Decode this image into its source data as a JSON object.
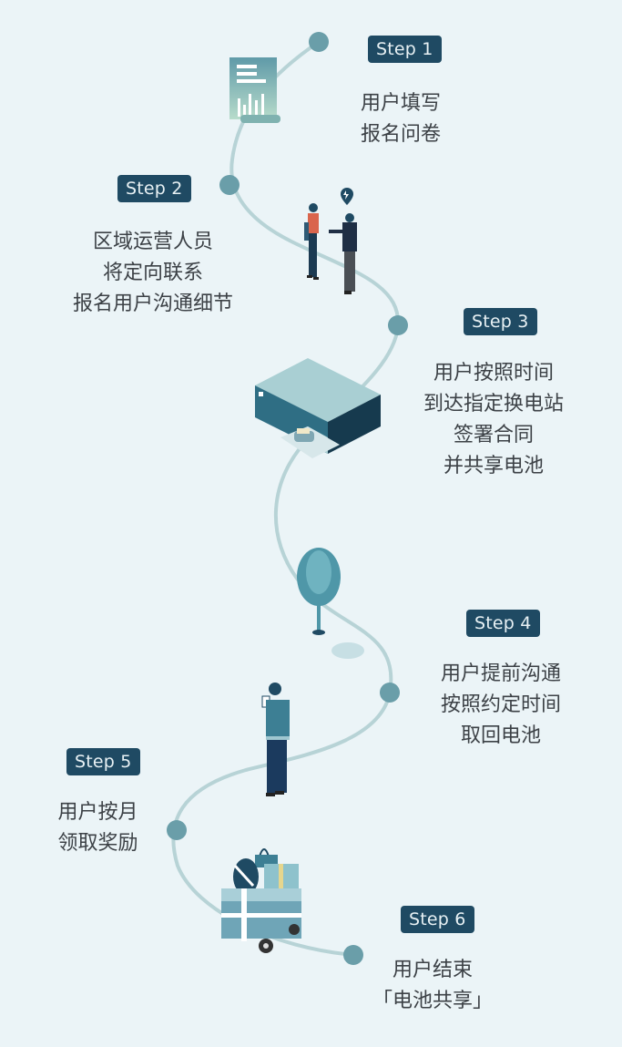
{
  "colors": {
    "background": "#ebf4f7",
    "badge_bg": "#1f4a63",
    "badge_text": "#e8f1f4",
    "path_line": "#b7d3d6",
    "node_dot": "#6a9ea9",
    "text": "#3c4146"
  },
  "steps": [
    {
      "badge": "Step 1",
      "lines": [
        "用户填写",
        "报名问卷"
      ],
      "icon": "document-chart-icon"
    },
    {
      "badge": "Step 2",
      "lines": [
        "区域运营人员",
        "将定向联系",
        "报名用户沟通细节"
      ],
      "icon": "people-handshake-icon"
    },
    {
      "badge": "Step 3",
      "lines": [
        "用户按照时间",
        "到达指定换电站",
        "签署合同",
        "并共享电池"
      ],
      "icon": "battery-swap-station-icon"
    },
    {
      "badge": "Step 4",
      "lines": [
        "用户提前沟通",
        "按照约定时间",
        "取回电池"
      ],
      "icon": "tree-icon"
    },
    {
      "badge": "Step 5",
      "lines": [
        "用户按月",
        "领取奖励"
      ],
      "icon": "person-phone-icon"
    },
    {
      "badge": "Step 6",
      "lines": [
        "用户结束",
        "「电池共享」"
      ],
      "icon": "gift-cart-icon"
    }
  ]
}
